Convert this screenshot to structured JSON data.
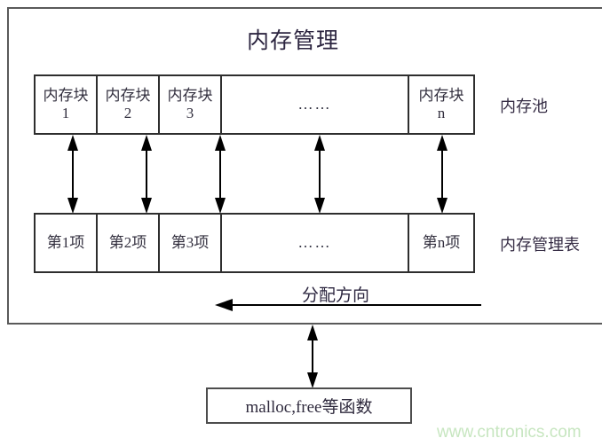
{
  "diagram": {
    "title": "内存管理",
    "pool_row": {
      "side_label": "内存池",
      "cells": [
        {
          "line1": "内存块",
          "line2": "1"
        },
        {
          "line1": "内存块",
          "line2": "2"
        },
        {
          "line1": "内存块",
          "line2": "3"
        },
        {
          "line1": "……",
          "line2": ""
        },
        {
          "line1": "内存块",
          "line2": "n"
        }
      ]
    },
    "table_row": {
      "side_label": "内存管理表",
      "cells": [
        {
          "line1": "第1项",
          "line2": ""
        },
        {
          "line1": "第2项",
          "line2": ""
        },
        {
          "line1": "第3项",
          "line2": ""
        },
        {
          "line1": "……",
          "line2": ""
        },
        {
          "line1": "第n项",
          "line2": ""
        }
      ]
    },
    "allocation": {
      "label": "分配方向",
      "direction": "left"
    },
    "function_box": {
      "label": "malloc,free等函数"
    },
    "watermark": "www.cntronics.com",
    "colors": {
      "outer_border": "#5a5a5a",
      "cell_border": "#2e2e2e",
      "arrow": "#000000",
      "text": "#33303f",
      "watermark": "#c7e6c0"
    }
  }
}
